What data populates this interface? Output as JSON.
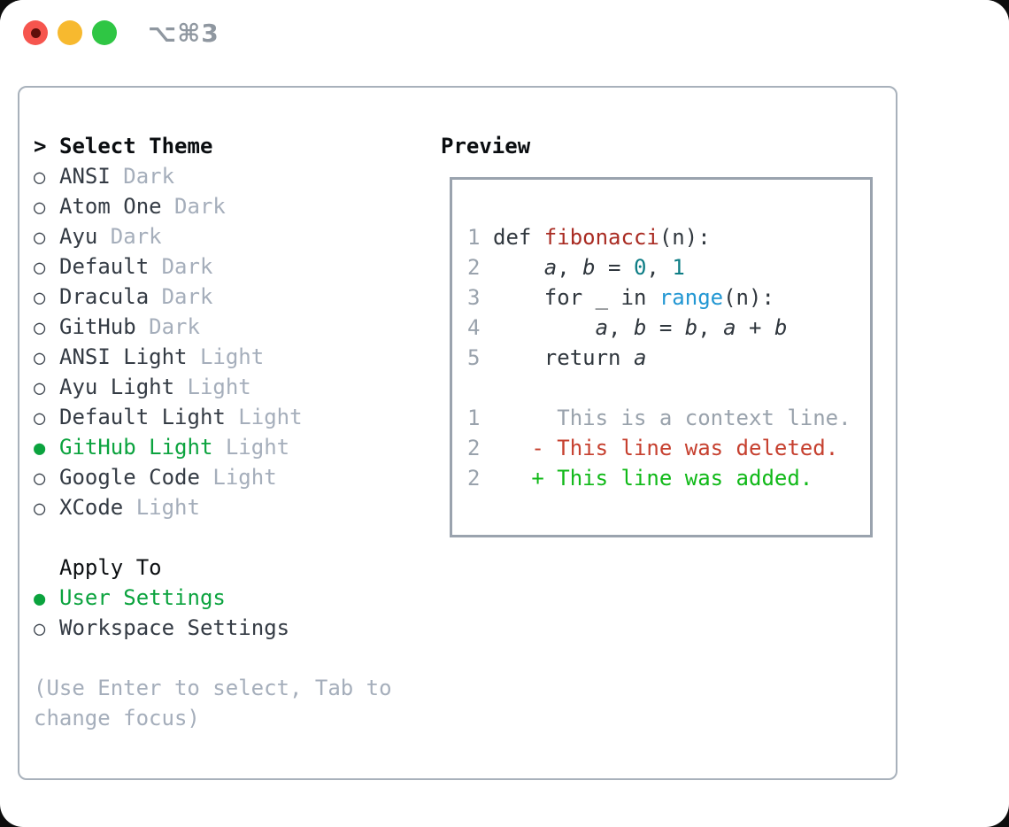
{
  "window": {
    "title": "⌥⌘3",
    "traffic_lights": {
      "close_color": "#f6554e",
      "close_dot_color": "#5e0f0a",
      "minimize_color": "#f7b92f",
      "zoom_color": "#2fc644"
    }
  },
  "glyphs": {
    "header_marker": ">",
    "radio_unselected": "○",
    "radio_selected": "●"
  },
  "colors": {
    "selection_green": "#0ba33e",
    "added_green": "#10b918",
    "deleted_red": "#c6402f",
    "function_red": "#a92b22",
    "number_teal": "#0d7d85",
    "builtin_blue": "#2297d3",
    "muted_gray": "#a5aebb",
    "text_charcoal": "#30373e",
    "panel_border": "#a8b1bb"
  },
  "theme_picker": {
    "header_label": "Select Theme",
    "themes": [
      {
        "name": "ANSI",
        "variant": "Dark",
        "selected": false
      },
      {
        "name": "Atom One",
        "variant": "Dark",
        "selected": false
      },
      {
        "name": "Ayu",
        "variant": "Dark",
        "selected": false
      },
      {
        "name": "Default",
        "variant": "Dark",
        "selected": false
      },
      {
        "name": "Dracula",
        "variant": "Dark",
        "selected": false
      },
      {
        "name": "GitHub",
        "variant": "Dark",
        "selected": false
      },
      {
        "name": "ANSI Light",
        "variant": "Light",
        "selected": false
      },
      {
        "name": "Ayu Light",
        "variant": "Light",
        "selected": false
      },
      {
        "name": "Default Light",
        "variant": "Light",
        "selected": false
      },
      {
        "name": "GitHub Light",
        "variant": "Light",
        "selected": true
      },
      {
        "name": "Google Code",
        "variant": "Light",
        "selected": false
      },
      {
        "name": "XCode",
        "variant": "Light",
        "selected": false
      }
    ],
    "apply_to_label": "Apply To",
    "apply_options": [
      {
        "name": "User Settings",
        "selected": true
      },
      {
        "name": "Workspace Settings",
        "selected": false
      }
    ],
    "help_lines": [
      "(Use Enter to select, Tab to",
      "change focus)"
    ]
  },
  "preview": {
    "title": "Preview",
    "lines": [
      {
        "num": "1",
        "kind": "code",
        "segs": [
          {
            "t": "def ",
            "c": "plain"
          },
          {
            "t": "fibonacci",
            "c": "func"
          },
          {
            "t": "(n):",
            "c": "plain"
          }
        ]
      },
      {
        "num": "2",
        "kind": "code",
        "segs": [
          {
            "t": "    ",
            "c": "plain"
          },
          {
            "t": "a",
            "c": "var"
          },
          {
            "t": ", ",
            "c": "plain"
          },
          {
            "t": "b",
            "c": "var"
          },
          {
            "t": " = ",
            "c": "plain"
          },
          {
            "t": "0",
            "c": "number"
          },
          {
            "t": ", ",
            "c": "plain"
          },
          {
            "t": "1",
            "c": "number"
          }
        ]
      },
      {
        "num": "3",
        "kind": "code",
        "segs": [
          {
            "t": "    for _ in ",
            "c": "plain"
          },
          {
            "t": "range",
            "c": "builtin"
          },
          {
            "t": "(n):",
            "c": "plain"
          }
        ]
      },
      {
        "num": "4",
        "kind": "code",
        "segs": [
          {
            "t": "        ",
            "c": "plain"
          },
          {
            "t": "a",
            "c": "var"
          },
          {
            "t": ", ",
            "c": "plain"
          },
          {
            "t": "b",
            "c": "var"
          },
          {
            "t": " = ",
            "c": "plain"
          },
          {
            "t": "b",
            "c": "var"
          },
          {
            "t": ", ",
            "c": "plain"
          },
          {
            "t": "a",
            "c": "var"
          },
          {
            "t": " + ",
            "c": "plain"
          },
          {
            "t": "b",
            "c": "var"
          }
        ]
      },
      {
        "num": "5",
        "kind": "code",
        "segs": [
          {
            "t": "    return ",
            "c": "plain"
          },
          {
            "t": "a",
            "c": "var"
          }
        ]
      },
      {
        "num": "",
        "kind": "blank",
        "segs": []
      },
      {
        "num": "1",
        "kind": "diff-context",
        "segs": [
          {
            "t": "     This is a context line.",
            "c": "context"
          }
        ]
      },
      {
        "num": "2",
        "kind": "diff-deleted",
        "segs": [
          {
            "t": "   ",
            "c": "plain"
          },
          {
            "t": "- This line was deleted.",
            "c": "deleted"
          }
        ]
      },
      {
        "num": "2",
        "kind": "diff-added",
        "segs": [
          {
            "t": "   ",
            "c": "plain"
          },
          {
            "t": "+ This line was added.",
            "c": "added"
          }
        ]
      }
    ]
  }
}
